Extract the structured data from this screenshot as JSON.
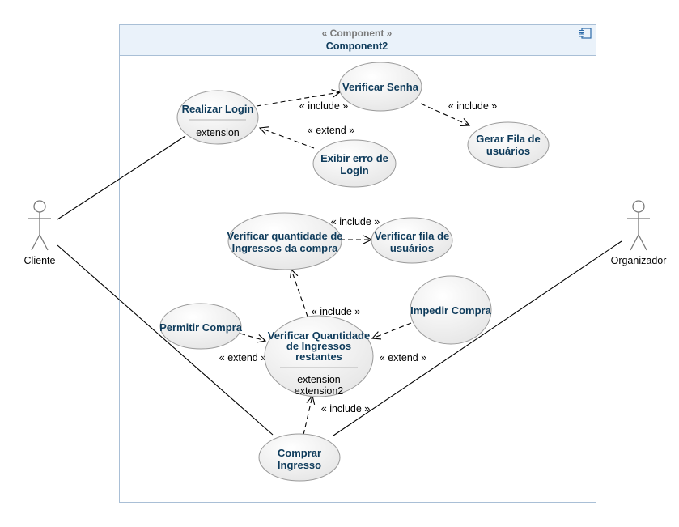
{
  "component": {
    "stereotype": "« Component »",
    "name": "Component2",
    "icon": "component-icon"
  },
  "actors": {
    "cliente": "Cliente",
    "organizador": "Organizador"
  },
  "use_cases": {
    "realizar_login": {
      "line1": "Realizar Login",
      "ext1": "extension"
    },
    "verificar_senha": {
      "line1": "Verificar Senha"
    },
    "gerar_fila": {
      "line1": "Gerar Fila de",
      "line2": "usuários"
    },
    "exibir_erro": {
      "line1": "Exibir erro de",
      "line2": "Login"
    },
    "verificar_qtd_compra": {
      "line1": "Verificar quantidade de",
      "line2": "Ingressos da compra"
    },
    "verificar_fila": {
      "line1": "Verificar fila de",
      "line2": "usuários"
    },
    "permitir_compra": {
      "line1": "Permitir Compra"
    },
    "impedir_compra": {
      "line1": "Impedir Compra"
    },
    "verificar_qtd_restantes": {
      "line1": "Verificar Quantidade",
      "line2": "de Ingressos",
      "line3": "restantes",
      "ext1": "extension",
      "ext2": "extension2"
    },
    "comprar_ingresso": {
      "line1": "Comprar",
      "line2": "Ingresso"
    }
  },
  "relations": {
    "login_senha": "« include »",
    "senha_fila": "« include »",
    "erro_login": "« extend »",
    "qtd_fila": "« include »",
    "restantes_qtd": "« include »",
    "permitir_restantes": "« extend »",
    "impedir_restantes": "« extend »",
    "comprar_restantes": "« include »"
  },
  "colors": {
    "use_case_fill_top": "#ffffff",
    "use_case_fill_bottom": "#e8e8e8",
    "use_case_stroke": "#9a9a9a",
    "title_text": "#0e3b5b",
    "component_header": "#eaf2fa",
    "component_stroke": "#a9bfd6"
  }
}
